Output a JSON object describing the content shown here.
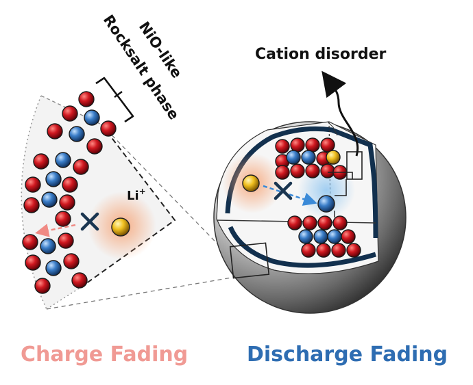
{
  "labels": {
    "nio_line1": "NiO-like",
    "nio_line2": "Rocksalt phase",
    "cation_disorder": "Cation disorder",
    "li_base": "Li",
    "li_sup": "+"
  },
  "captions": {
    "charge": "Charge Fading",
    "discharge": "Discharge Fading"
  },
  "colors": {
    "charge_caption": "#f09a94",
    "discharge_caption": "#2e6db2",
    "ni_atom": "#c8141c",
    "li_atom_blue": "#3a7dc8",
    "li_atom_gold": "#f0c020",
    "charge_arrow": "#f08a84",
    "discharge_arrow": "#3a8ad8",
    "shell_band": "#12304e",
    "blocked_mark": "#1a3550"
  },
  "icons": {
    "blocked": "cross-mark-icon",
    "migration": "dashed-arrow-icon",
    "callout": "bracket-icon"
  }
}
